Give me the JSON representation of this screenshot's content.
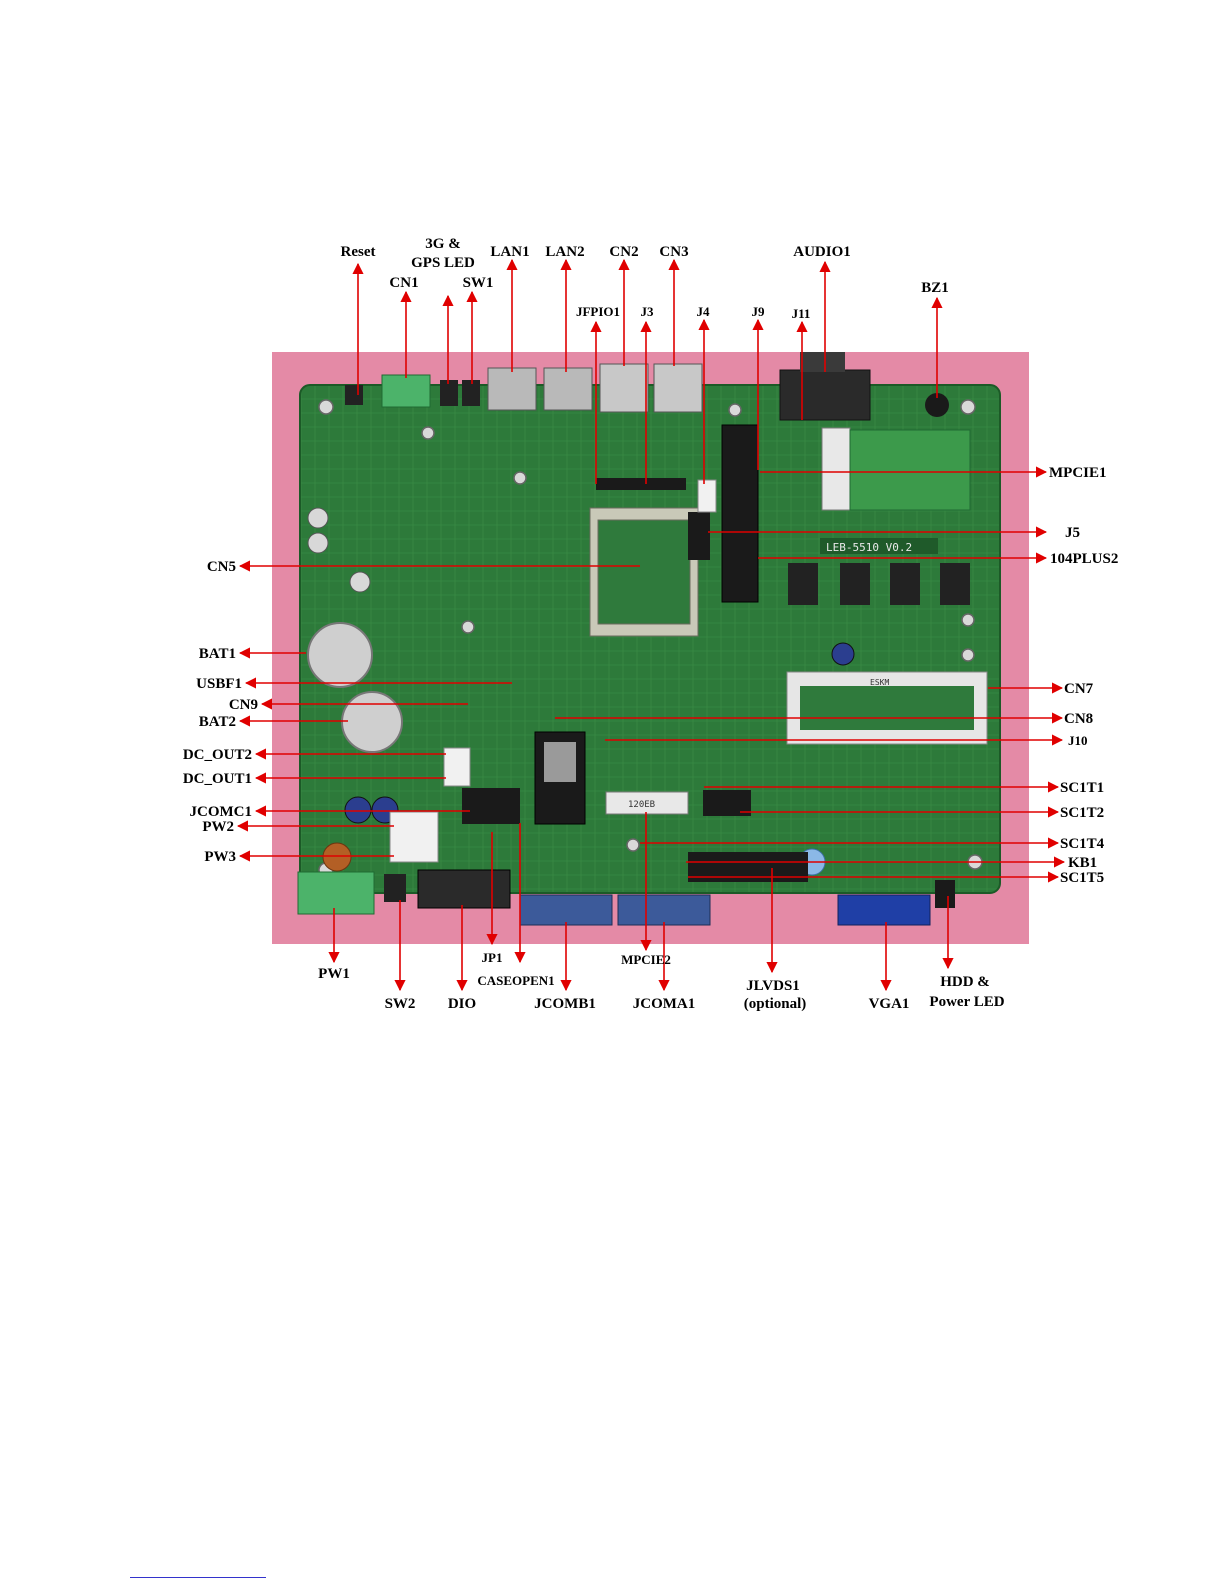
{
  "board": {
    "silkscreen": "LEB-5510 V0.2",
    "sodimm_text": "ESKM",
    "mpcie2_text": "120EB"
  },
  "labels": {
    "reset": "Reset",
    "cn1": "CN1",
    "gps_led_1": "3G &",
    "gps_led_2": "GPS LED",
    "sw1": "SW1",
    "lan1": "LAN1",
    "lan2": "LAN2",
    "cn2": "CN2",
    "cn3": "CN3",
    "jfpio1": "JFPIO1",
    "j3": "J3",
    "j4": "J4",
    "j9": "J9",
    "j11": "J11",
    "audio1": "AUDIO1",
    "bz1": "BZ1",
    "mpcie1": "MPCIE1",
    "j5": "J5",
    "plus2": "104PLUS2",
    "cn5": "CN5",
    "bat1": "BAT1",
    "usbf1": "USBF1",
    "cn9": "CN9",
    "bat2": "BAT2",
    "dc_out2": "DC_OUT2",
    "dc_out1": "DC_OUT1",
    "jcomc1": "JCOMC1",
    "pw2": "PW2",
    "pw3": "PW3",
    "cn7": "CN7",
    "cn8": "CN8",
    "j10": "J10",
    "sc1t1": "SC1T1",
    "sc1t2": "SC1T2",
    "sc1t4": "SC1T4",
    "kb1": "KB1",
    "sc1t5": "SC1T5",
    "pw1": "PW1",
    "sw2": "SW2",
    "dio": "DIO",
    "jp1": "JP1",
    "caseopen1": "CASEOPEN1",
    "jcomb1": "JCOMB1",
    "mpcie2": "MPCIE2",
    "jcoma1": "JCOMA1",
    "jlvds1_1": "JLVDS1",
    "jlvds1_2": "(optional)",
    "vga1": "VGA1",
    "hdd_1": "HDD &",
    "hdd_2": "Power LED"
  }
}
